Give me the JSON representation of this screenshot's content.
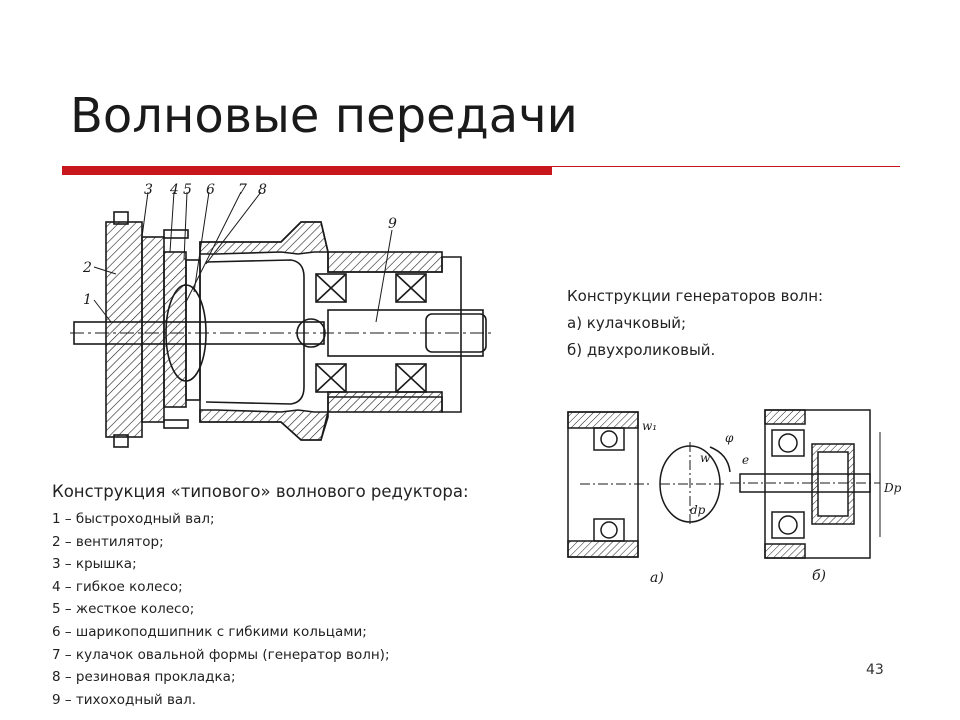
{
  "slide": {
    "title": "Волновые передачи",
    "page_number": "43",
    "accent_color": "#c8161d"
  },
  "main_figure": {
    "labels": [
      "3",
      "4",
      "5",
      "6",
      "7",
      "8",
      "9",
      "2",
      "1"
    ],
    "caption": "Конструкция «типового» волнового редуктора:",
    "items": [
      "1 – быстроходный вал;",
      "2 – вентилятор;",
      "3 – крышка;",
      "4 – гибкое колесо;",
      "5 – жесткое колесо;",
      "6 – шарикоподшипник с гибкими кольцами;",
      "7 – кулачок овальной формы (генератор волн);",
      "8 – резиновая прокладка;",
      "9 – тихоходный вал."
    ]
  },
  "generators": {
    "heading": "Конструкции генераторов волн:",
    "lines": [
      "а) кулачковый;",
      "б) двухроликовый."
    ],
    "figure_labels": {
      "a": "а)",
      "b": "б)",
      "w1": "w₁",
      "w": "w",
      "phi": "φ",
      "dp_a": "dр",
      "e": "e",
      "dp_b": "Dр"
    }
  }
}
